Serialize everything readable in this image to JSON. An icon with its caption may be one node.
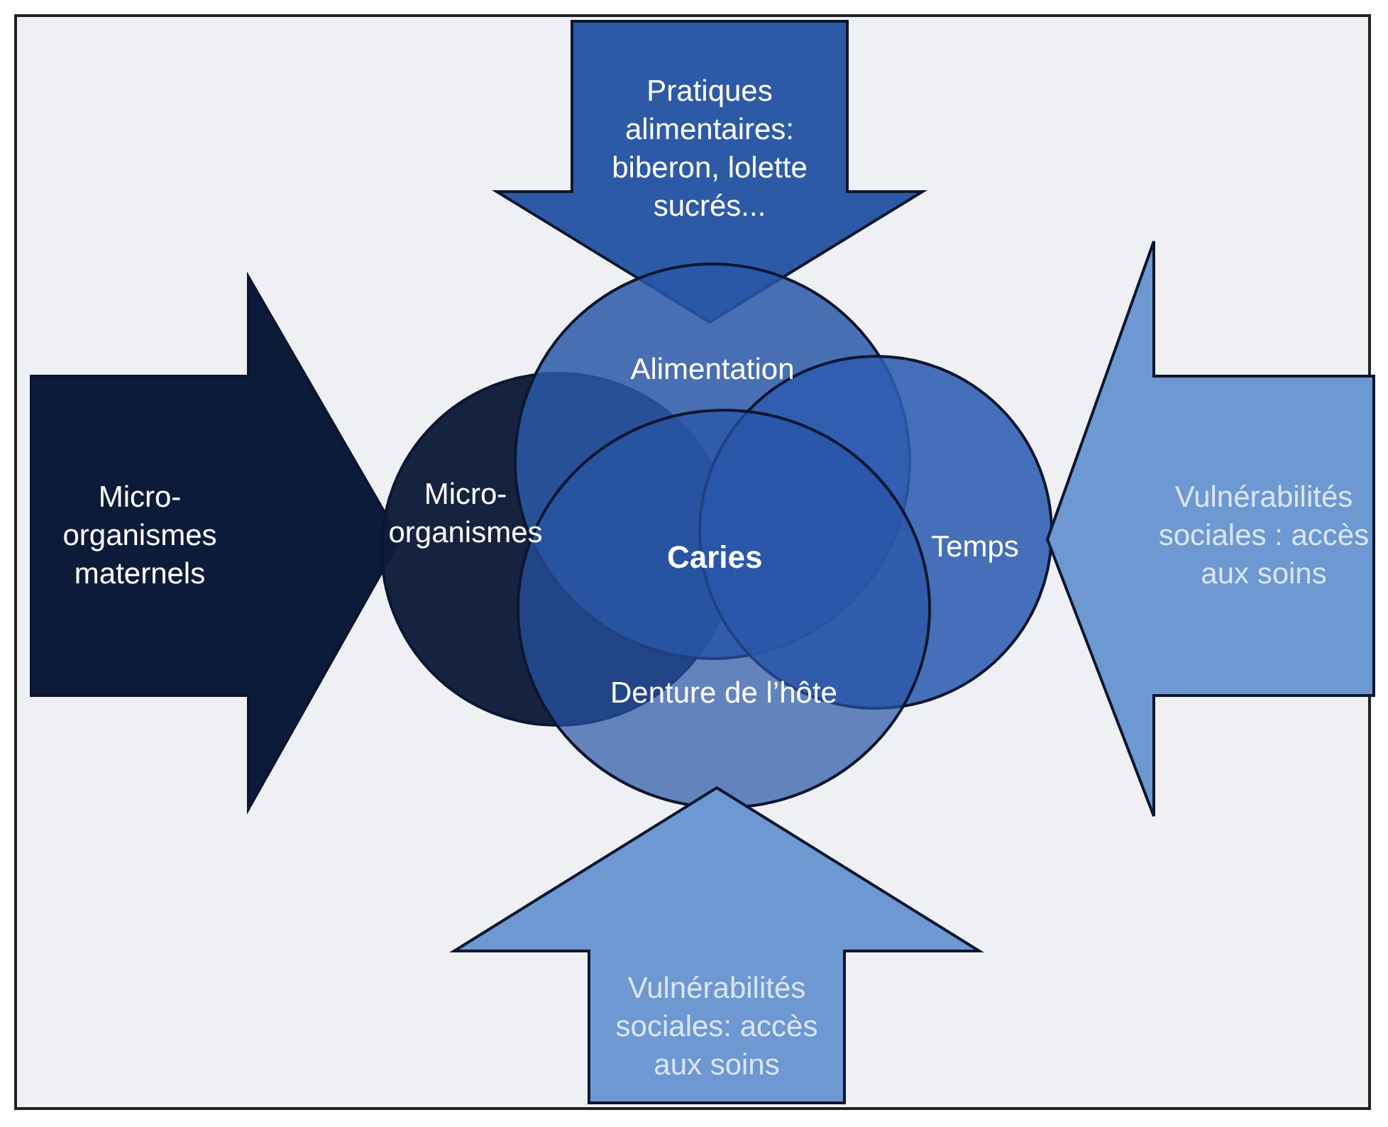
{
  "diagram": {
    "nodes": [
      {
        "text": [
          "Pratiques alimentaires: biberon, lolette sucrés..."
        ]
      },
      {
        "text": [
          "Micro-organismes maternels"
        ]
      },
      {
        "text": [
          "Micro-organismes"
        ]
      },
      {
        "text": [
          "Alimentation"
        ]
      },
      {
        "text": [
          "Temps"
        ]
      },
      {
        "text": [
          "Denture de l’hôte"
        ]
      },
      {
        "text": [
          "Vulnérabilités sociales : accès aux soins"
        ]
      },
      {
        "text": [
          "Vulnérabilités sociales: accès aux soins"
        ]
      }
    ],
    "labels": [
      "Caries"
    ]
  }
}
